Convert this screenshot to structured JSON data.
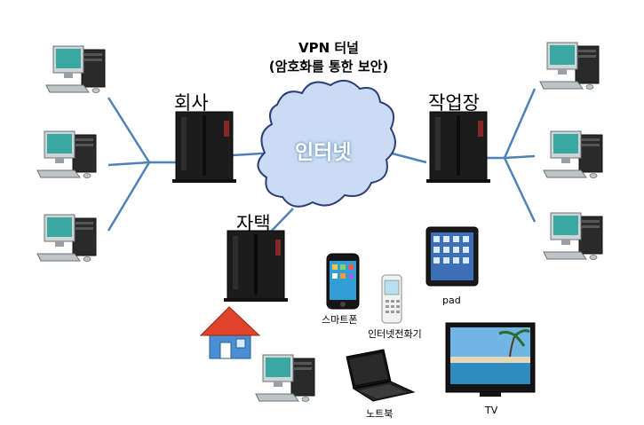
{
  "labels": {
    "vpn_line1": "VPN 터널",
    "vpn_line2": "(암호화를 통한 보안)",
    "internet": "인터넷",
    "company": "회사",
    "workplace": "작업장",
    "home": "자택",
    "smartphone": "스마트폰",
    "internet_phone": "인터넷전화기",
    "pad": "pad",
    "notebook": "노트북",
    "tv": "TV"
  },
  "colors": {
    "cloud_fill": "#c9dcf3",
    "cloud_stroke": "#2c3e78",
    "link_line": "#4f82b8",
    "router_body": "#1c1c1c",
    "monitor_screen": "#3aa7a0",
    "house_roof": "#e0442a",
    "house_wall": "#4a8fd4"
  }
}
